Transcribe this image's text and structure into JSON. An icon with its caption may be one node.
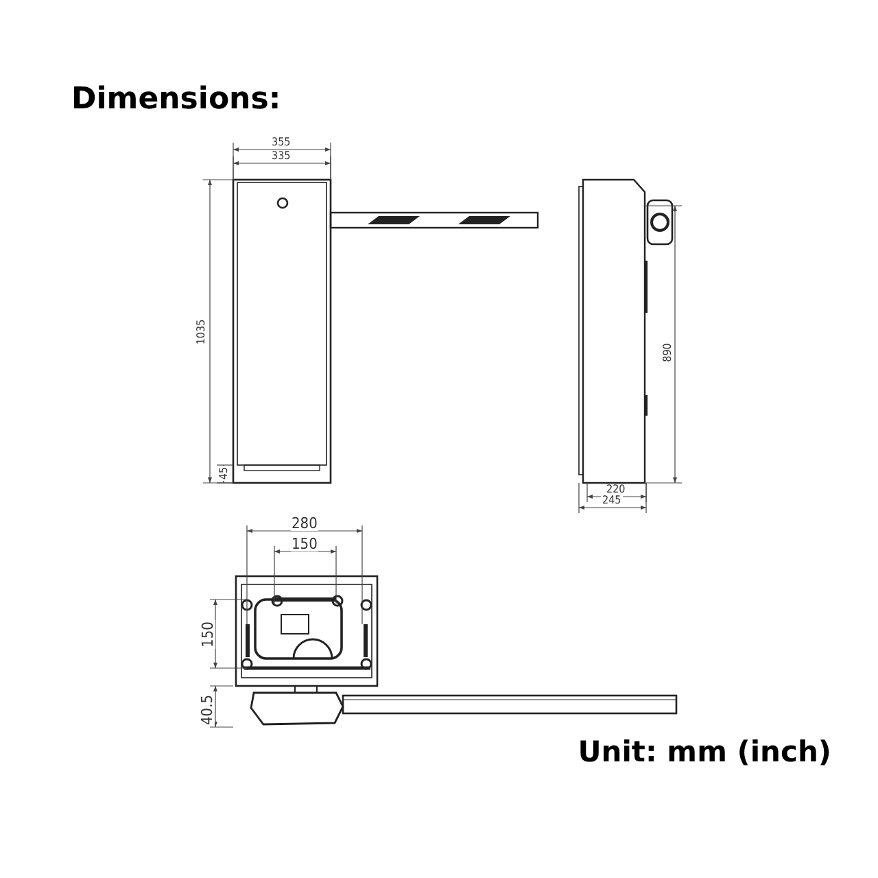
{
  "diagram": {
    "title": "Dimensions:",
    "caption": "Unit: mm (inch)",
    "labels": [
      "355",
      "335",
      "1035",
      "45",
      "890",
      "220",
      "245",
      "280",
      "150",
      "150",
      "40.5"
    ]
  }
}
